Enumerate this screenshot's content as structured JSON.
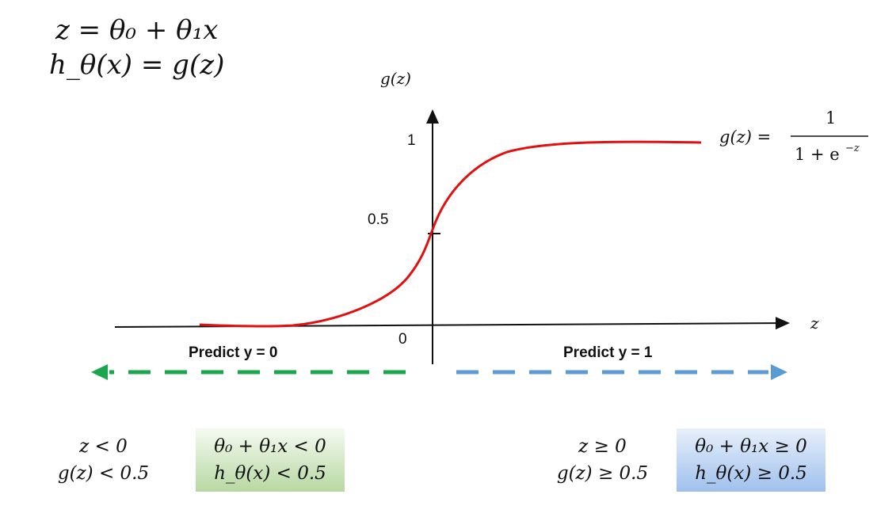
{
  "equations": {
    "line1": "z = θ₀ + θ₁x",
    "line2": "h_θ(x) = g(z)"
  },
  "axes": {
    "y_label": "g(z)",
    "x_label": "z",
    "tick_1": "1",
    "tick_half": "0.5",
    "tick_0": "0"
  },
  "function_label": {
    "lhs": "g(z) =",
    "numerator": "1",
    "denominator_base": "1 + e",
    "denominator_exp": "−z"
  },
  "predict": {
    "left": "Predict y = 0",
    "right": "Predict y = 1"
  },
  "conditions": {
    "left": {
      "line1": "z < 0",
      "line2": "g(z) < 0.5"
    },
    "right": {
      "line1": "z ≥ 0",
      "line2": "g(z) ≥ 0.5"
    }
  },
  "boxes": {
    "left": {
      "line1": "θ₀ + θ₁x  < 0",
      "line2": "h_θ(x) < 0.5"
    },
    "right": {
      "line1": "θ₀ + θ₁x  ≥ 0",
      "line2": "h_θ(x) ≥ 0.5"
    }
  },
  "colors": {
    "curve": "#e31010",
    "left_arrow": "#1aa64a",
    "right_arrow": "#5b9bd5",
    "left_box": "#b7d8a2",
    "right_box": "#9fc0ec"
  }
}
